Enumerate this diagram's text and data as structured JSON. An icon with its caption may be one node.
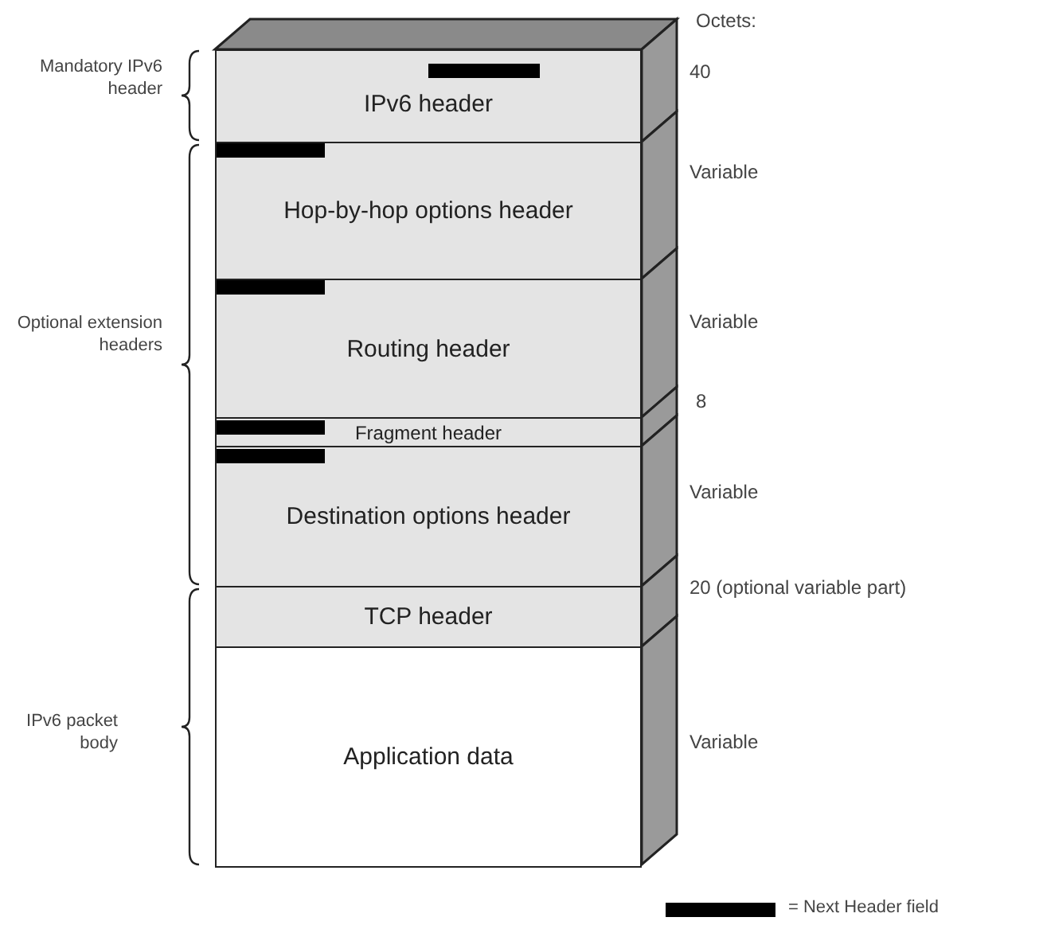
{
  "diagram": {
    "nodes": [
      {
        "text": [
          "IPv6 header"
        ],
        "beside": [
          "40"
        ]
      },
      {
        "text": [
          "Hop-by-hop options header"
        ],
        "beside": [
          "Variable"
        ]
      },
      {
        "text": [
          "Routing header"
        ],
        "beside": [
          "Variable"
        ]
      },
      {
        "text": [
          "Fragment header"
        ],
        "beside": [
          "8"
        ]
      },
      {
        "text": [
          "Destination options header"
        ],
        "beside": [
          "Variable"
        ]
      },
      {
        "text": [
          "TCP header"
        ],
        "beside": [
          "20 (optional variable part)"
        ]
      },
      {
        "text": [
          "Application data"
        ],
        "beside": [
          "Variable"
        ]
      }
    ],
    "edges": [],
    "labels": [
      "Octets:",
      "Mandatory IPv6 header",
      "Optional extension headers",
      "IPv6 packet body"
    ],
    "legend": [
      {
        "text": "= Next Header field",
        "color": "#000000"
      }
    ]
  }
}
